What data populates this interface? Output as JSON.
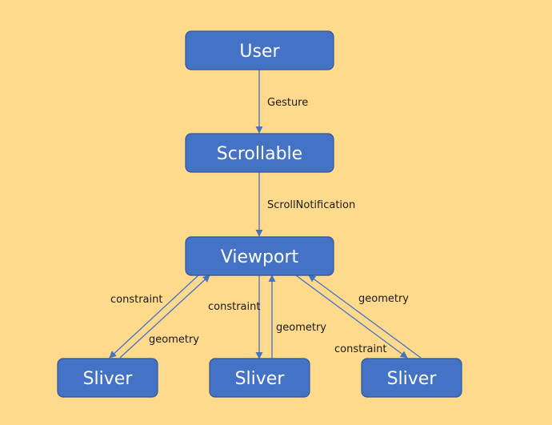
{
  "diagram": {
    "background_color": "#ffd98c",
    "node_color": "#4472c4",
    "edge_color": "#4472c4",
    "nodes": {
      "user": "User",
      "scrollable": "Scrollable",
      "viewport": "Viewport",
      "sliver_left": "Sliver",
      "sliver_middle": "Sliver",
      "sliver_right": "Sliver"
    },
    "edges": {
      "user_to_scrollable": "Gesture",
      "scrollable_to_viewport": "ScrollNotification",
      "viewport_to_left_sliver": "constraint",
      "left_sliver_to_viewport": "geometry",
      "viewport_to_middle_sliver": "constraint",
      "middle_sliver_to_viewport": "geometry",
      "viewport_to_right_sliver": "constraint",
      "right_sliver_to_viewport": "geometry"
    }
  }
}
